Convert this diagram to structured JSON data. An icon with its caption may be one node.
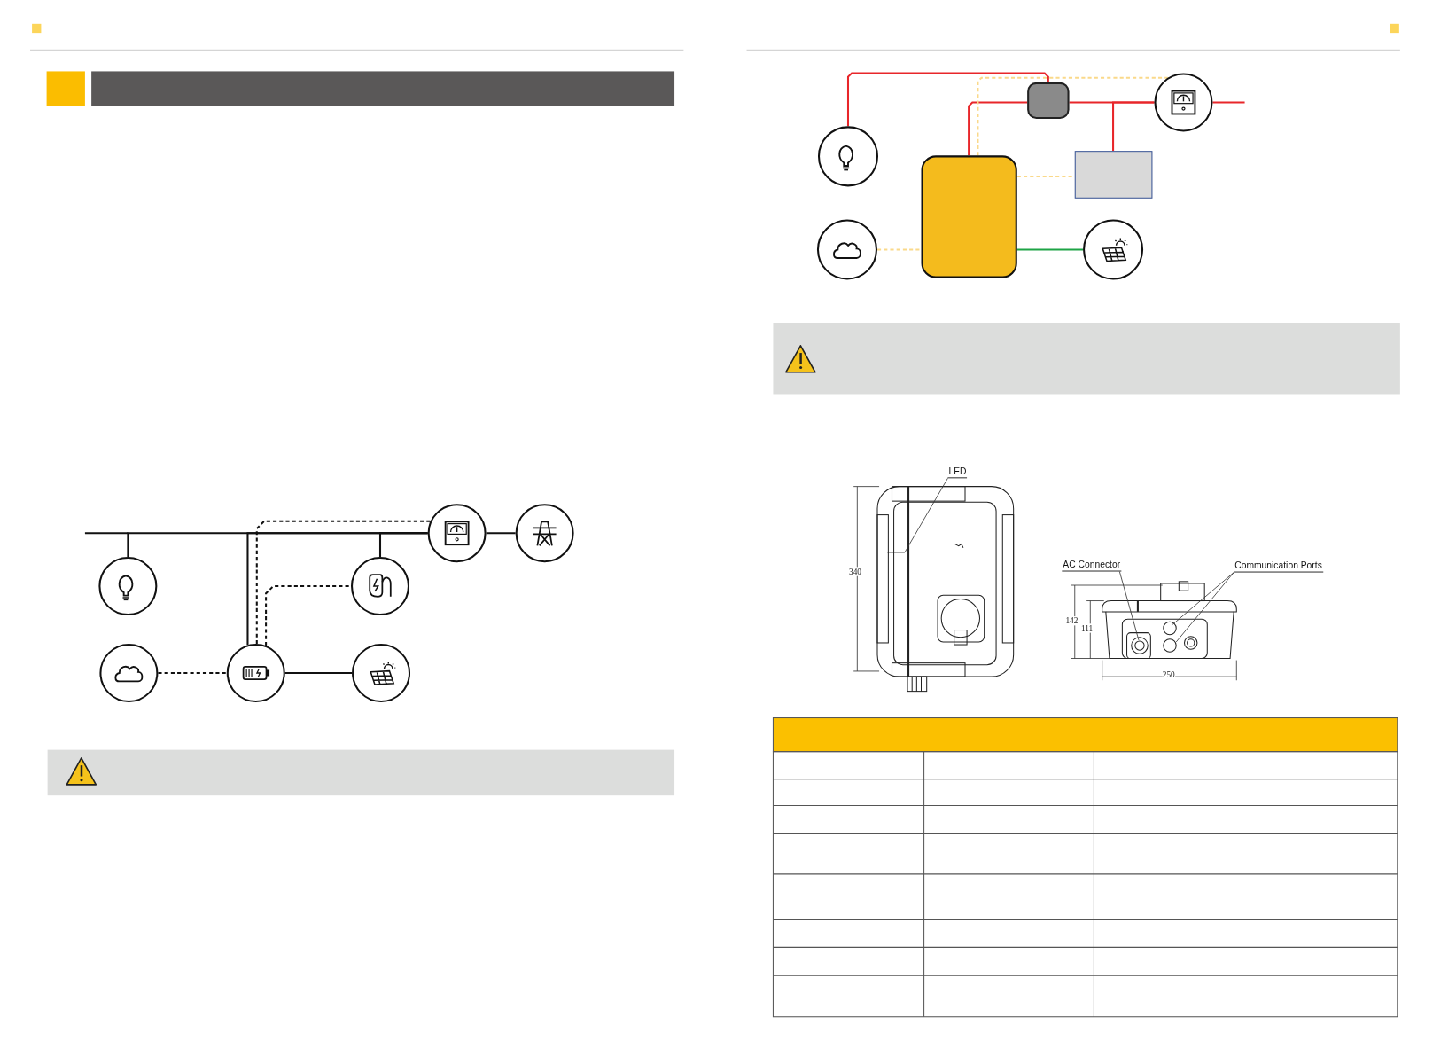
{
  "diagram": {
    "nodes": [
      {
        "text": [],
        "shape": "circle"
      },
      {
        "text": [],
        "shape": "circle"
      },
      {
        "text": [],
        "shape": "circle"
      },
      {
        "text": [],
        "shape": "circle"
      },
      {
        "text": [],
        "shape": "circle"
      },
      {
        "text": [],
        "shape": "circle"
      },
      {
        "text": [],
        "shape": "circle"
      },
      {
        "text": [],
        "shape": "box"
      },
      {
        "text": [],
        "shape": "circle"
      },
      {
        "text": [],
        "shape": "box"
      },
      {
        "text": [],
        "shape": "box"
      },
      {
        "text": [],
        "shape": "circle"
      },
      {
        "text": [],
        "shape": "circle"
      },
      {
        "text": [],
        "shape": "circle"
      },
      {
        "text": [
          "LED"
        ]
      },
      {
        "text": [
          "AC Connector"
        ]
      },
      {
        "text": [
          "Communication Ports"
        ]
      }
    ],
    "edges": [
      {
        "from": 2,
        "to": 0,
        "arrow": "none"
      },
      {
        "from": 5,
        "to": 0,
        "arrow": "none"
      },
      {
        "from": 3,
        "to": 0,
        "arrow": "none"
      },
      {
        "from": 0,
        "to": 1,
        "arrow": "none"
      },
      {
        "from": 4,
        "to": 5,
        "arrow": "none",
        "style": "dashed"
      },
      {
        "from": 5,
        "to": 6,
        "arrow": "none"
      },
      {
        "from": 5,
        "to": 0,
        "arrow": "none",
        "style": "dashed"
      },
      {
        "from": 5,
        "to": 3,
        "arrow": "none",
        "style": "dashed"
      },
      {
        "from": 11,
        "to": 7,
        "arrow": "none",
        "color": "#e8262a"
      },
      {
        "from": 10,
        "to": 7,
        "arrow": "none",
        "color": "#e8262a"
      },
      {
        "from": 7,
        "to": 8,
        "arrow": "none",
        "color": "#e8262a"
      },
      {
        "from": 9,
        "to": 8,
        "arrow": "none",
        "color": "#e8262a"
      },
      {
        "from": 8,
        "to": null,
        "arrow": "none",
        "color": "#e8262a"
      },
      {
        "from": 10,
        "to": 8,
        "arrow": "none",
        "style": "dashed",
        "color": "#fad98a"
      },
      {
        "from": 10,
        "to": 9,
        "arrow": "none",
        "style": "dashed",
        "color": "#fad98a"
      },
      {
        "from": 12,
        "to": 10,
        "arrow": "none",
        "style": "dashed",
        "color": "#fad98a"
      },
      {
        "from": 10,
        "to": 13,
        "arrow": "none",
        "color": "#1ea446"
      },
      {
        "from": 14,
        "to": null,
        "arrow": "none"
      },
      {
        "from": 15,
        "to": null,
        "arrow": "none"
      },
      {
        "from": 16,
        "to": null,
        "arrow": "none"
      },
      {
        "from": 16,
        "to": null,
        "arrow": "none"
      }
    ],
    "labels": [
      "340",
      "142",
      "111",
      "250"
    ]
  }
}
